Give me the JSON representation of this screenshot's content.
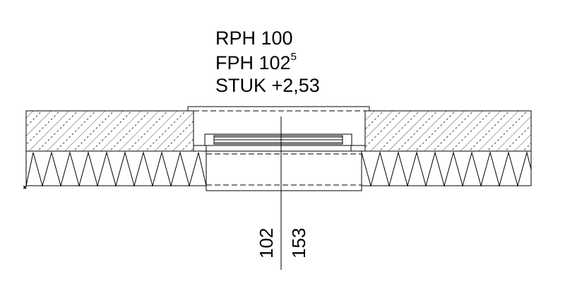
{
  "labels": {
    "rph": "RPH 100",
    "fph_base": "FPH 102",
    "fph_sup": "5",
    "stuk": "STUK +2,53",
    "dim_left": "102",
    "dim_right": "153"
  },
  "colors": {
    "line": "#000000",
    "background": "#ffffff"
  }
}
